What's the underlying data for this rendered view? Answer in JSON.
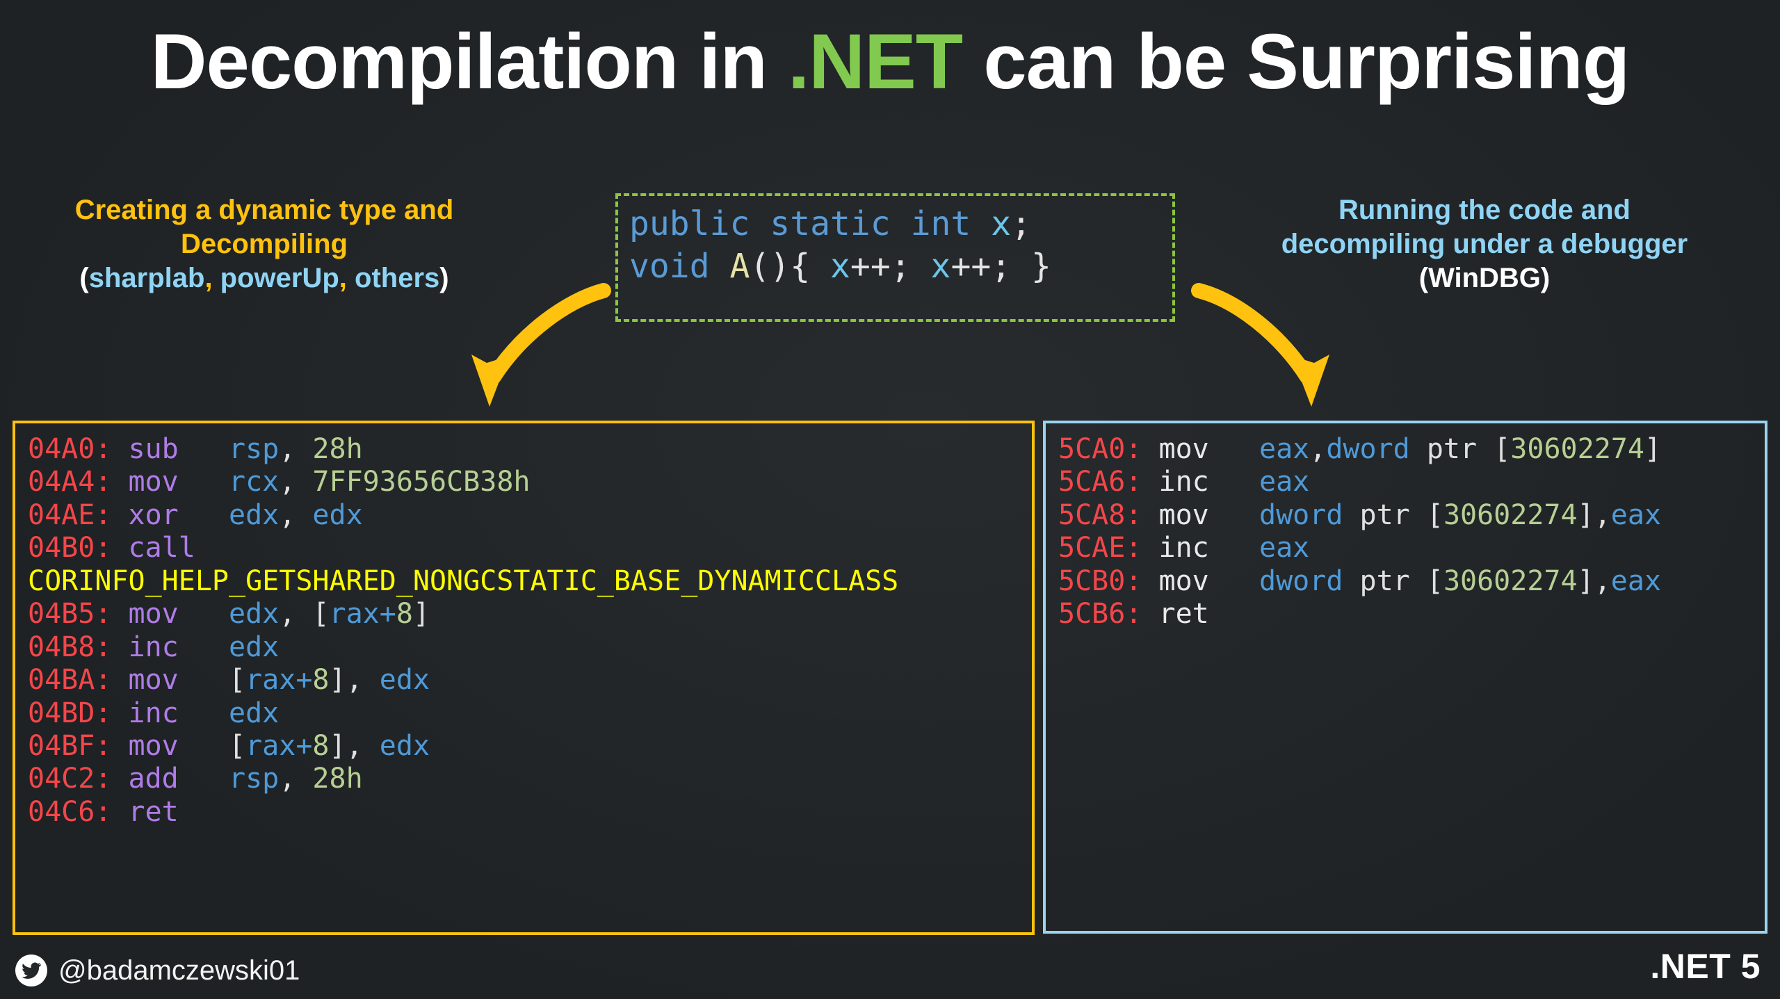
{
  "slide": {
    "title_pre": "Decompilation in ",
    "title_accent": ".NET",
    "title_post": " can be Surprising",
    "accent_color": "#82c94f",
    "background_color": "#1e2224"
  },
  "left_caption": {
    "line1": "Creating a dynamic type and",
    "line2": "Decompiling",
    "paren_open": "(",
    "tool1": "sharplab",
    "sep1": ", ",
    "tool2": "powerUp",
    "sep2": ", ",
    "tool3": "others",
    "paren_close": ")",
    "color": "#ffc20e",
    "tool_color": "#90d4f5"
  },
  "right_caption": {
    "line1": "Running the code and",
    "line2": "decompiling under a debugger",
    "line3": "(WinDBG)",
    "color": "#90d4f5",
    "line3_color": "#ffffff"
  },
  "center_code": {
    "border_color": "#8cc63f",
    "line1": {
      "kw_public": "public",
      "kw_static": "static",
      "kw_int": "int",
      "ident_x": "x",
      "semi": ";"
    },
    "line2": {
      "kw_void": "void",
      "method": "A",
      "parens": "()",
      "brace_open": "{",
      "inc1": "x",
      "op1": "++;",
      "inc2": "x",
      "op2": "++;",
      "brace_close": "}"
    }
  },
  "left_panel": {
    "border_color": "#ffc20e",
    "lines": [
      {
        "addr": "04A0:",
        "mnem": "sub",
        "ops": [
          {
            "t": "rsp",
            "c": "reg"
          },
          {
            "t": ", ",
            "c": "cm"
          },
          {
            "t": "28h",
            "c": "num"
          }
        ]
      },
      {
        "addr": "04A4:",
        "mnem": "mov",
        "ops": [
          {
            "t": "rcx",
            "c": "reg"
          },
          {
            "t": ", ",
            "c": "cm"
          },
          {
            "t": "7FF93656CB38h",
            "c": "num"
          }
        ]
      },
      {
        "addr": "04AE:",
        "mnem": "xor",
        "ops": [
          {
            "t": "edx",
            "c": "reg"
          },
          {
            "t": ", ",
            "c": "cm"
          },
          {
            "t": "edx",
            "c": "reg"
          }
        ]
      },
      {
        "addr": "04B0:",
        "mnem": "call",
        "ops": []
      },
      {
        "label": "CORINFO_HELP_GETSHARED_NONGCSTATIC_BASE_DYNAMICCLASS"
      },
      {
        "addr": "04B5:",
        "mnem": "mov",
        "ops": [
          {
            "t": "edx",
            "c": "reg"
          },
          {
            "t": ", ",
            "c": "cm"
          },
          {
            "t": "[",
            "c": "brk"
          },
          {
            "t": "rax+",
            "c": "reg"
          },
          {
            "t": "8",
            "c": "num"
          },
          {
            "t": "]",
            "c": "brk"
          }
        ]
      },
      {
        "addr": "04B8:",
        "mnem": "inc",
        "ops": [
          {
            "t": "edx",
            "c": "reg"
          }
        ]
      },
      {
        "addr": "04BA:",
        "mnem": "mov",
        "ops": [
          {
            "t": "[",
            "c": "brk"
          },
          {
            "t": "rax+",
            "c": "reg"
          },
          {
            "t": "8",
            "c": "num"
          },
          {
            "t": "]",
            "c": "brk"
          },
          {
            "t": ", ",
            "c": "cm"
          },
          {
            "t": "edx",
            "c": "reg"
          }
        ]
      },
      {
        "addr": "04BD:",
        "mnem": "inc",
        "ops": [
          {
            "t": "edx",
            "c": "reg"
          }
        ]
      },
      {
        "addr": "04BF:",
        "mnem": "mov",
        "ops": [
          {
            "t": "[",
            "c": "brk"
          },
          {
            "t": "rax+",
            "c": "reg"
          },
          {
            "t": "8",
            "c": "num"
          },
          {
            "t": "]",
            "c": "brk"
          },
          {
            "t": ", ",
            "c": "cm"
          },
          {
            "t": "edx",
            "c": "reg"
          }
        ]
      },
      {
        "addr": "04C2:",
        "mnem": "add",
        "ops": [
          {
            "t": "rsp",
            "c": "reg"
          },
          {
            "t": ", ",
            "c": "cm"
          },
          {
            "t": "28h",
            "c": "num"
          }
        ]
      },
      {
        "addr": "04C6:",
        "mnem": "ret",
        "ops": []
      }
    ]
  },
  "right_panel": {
    "border_color": "#9ad3f0",
    "lines": [
      {
        "addr": "5CA0:",
        "mnem": "mov",
        "ops": [
          {
            "t": "eax",
            "c": "reg"
          },
          {
            "t": ",",
            "c": "cm"
          },
          {
            "t": "dword",
            "c": "reg"
          },
          {
            "t": " ptr ",
            "c": "cm"
          },
          {
            "t": "[",
            "c": "brk"
          },
          {
            "t": "30602274",
            "c": "num"
          },
          {
            "t": "]",
            "c": "brk"
          }
        ]
      },
      {
        "addr": "5CA6:",
        "mnem": "inc",
        "ops": [
          {
            "t": "eax",
            "c": "reg"
          }
        ]
      },
      {
        "addr": "5CA8:",
        "mnem": "mov",
        "ops": [
          {
            "t": "dword",
            "c": "reg"
          },
          {
            "t": " ptr ",
            "c": "cm"
          },
          {
            "t": "[",
            "c": "brk"
          },
          {
            "t": "30602274",
            "c": "num"
          },
          {
            "t": "]",
            "c": "brk"
          },
          {
            "t": ",",
            "c": "cm"
          },
          {
            "t": "eax",
            "c": "reg"
          }
        ]
      },
      {
        "addr": "5CAE:",
        "mnem": "inc",
        "ops": [
          {
            "t": "eax",
            "c": "reg"
          }
        ]
      },
      {
        "addr": "5CB0:",
        "mnem": "mov",
        "ops": [
          {
            "t": "dword",
            "c": "reg"
          },
          {
            "t": " ptr ",
            "c": "cm"
          },
          {
            "t": "[",
            "c": "brk"
          },
          {
            "t": "30602274",
            "c": "num"
          },
          {
            "t": "]",
            "c": "brk"
          },
          {
            "t": ",",
            "c": "cm"
          },
          {
            "t": "eax",
            "c": "reg"
          }
        ]
      },
      {
        "addr": "5CB6:",
        "mnem": "ret",
        "ops": []
      }
    ]
  },
  "footer": {
    "twitter_icon": "twitter-bird-icon",
    "handle": "@badamczewski01",
    "version": ".NET 5"
  },
  "arrows": {
    "color": "#ffc20e",
    "left_icon": "curved-arrow-down-left-icon",
    "right_icon": "curved-arrow-down-right-icon"
  }
}
